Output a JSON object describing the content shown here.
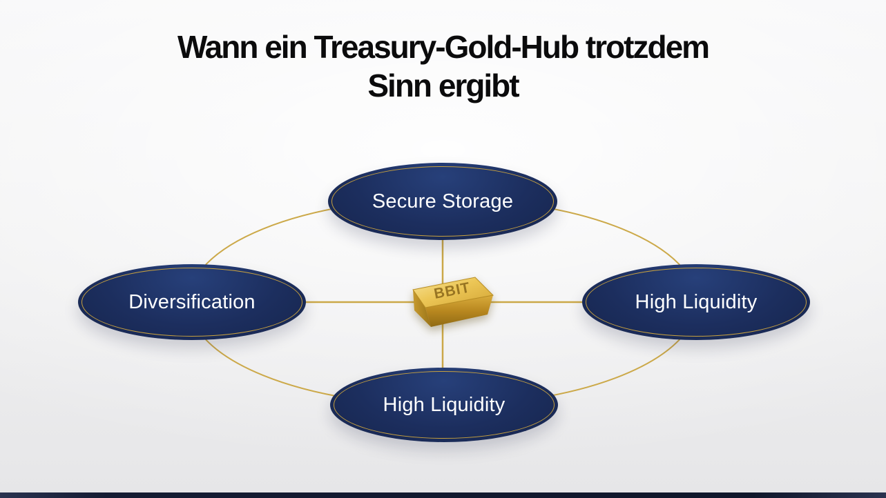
{
  "title": {
    "line1": "Wann ein Treasury-Gold-Hub trotzdem",
    "line2": "Sinn ergibt"
  },
  "center": {
    "icon": "gold-bar",
    "embossed_text": "BBIT"
  },
  "nodes": [
    {
      "id": "top",
      "label": "Secure Storage"
    },
    {
      "id": "left",
      "label": "Diversification"
    },
    {
      "id": "right",
      "label": "High Liquidity"
    },
    {
      "id": "bottom",
      "label": "High Liquidity"
    }
  ],
  "colors": {
    "node_fill": "#1c2e5e",
    "node_ring_gold": "#c9a23f",
    "connector_gold": "#c9a23f",
    "node_text": "#ffffff",
    "title_text": "#0b0b0c",
    "background": "#f0f0f1",
    "gold_bar_light": "#f3d978",
    "gold_bar_dark": "#a87d1d"
  }
}
